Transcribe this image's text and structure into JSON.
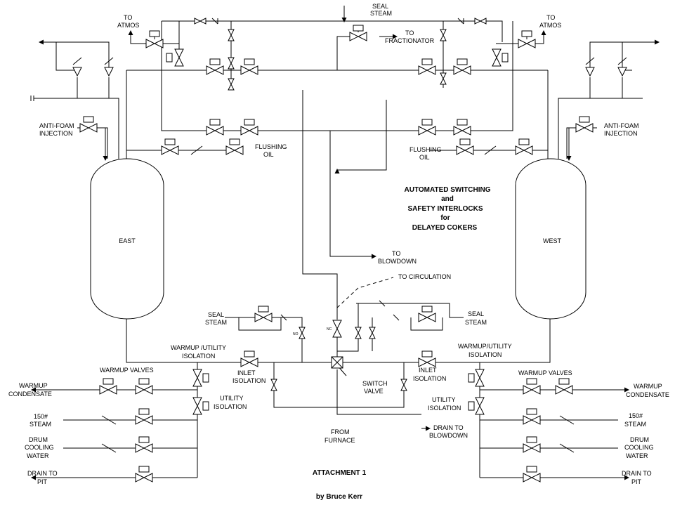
{
  "title": {
    "lines": [
      "AUTOMATED SWITCHING",
      "and",
      "SAFETY INTERLOCKS",
      "for",
      "DELAYED COKERS"
    ]
  },
  "attachment": "ATTACHMENT 1",
  "author": "by Bruce Kerr",
  "drums": {
    "east": "EAST",
    "west": "WEST"
  },
  "labels": {
    "seal_steam_top": [
      "SEAL",
      "STEAM"
    ],
    "to_atmos_left": [
      "TO",
      "ATMOS"
    ],
    "to_atmos_right": [
      "TO",
      "ATMOS"
    ],
    "to_fractionator": [
      "TO",
      "FRACTIONATOR"
    ],
    "anti_foam_left": [
      "ANTI-FOAM",
      "INJECTION"
    ],
    "anti_foam_right": [
      "ANTI-FOAM",
      "INJECTION"
    ],
    "flushing_oil_left": [
      "FLUSHING",
      "OIL"
    ],
    "flushing_oil_right": [
      "FLUSHING",
      "OIL"
    ],
    "to_blowdown": [
      "TO",
      "BLOWDOWN"
    ],
    "to_circulation": "TO CIRCULATION",
    "seal_steam_left": [
      "SEAL",
      "STEAM"
    ],
    "seal_steam_right": [
      "SEAL",
      "STEAM"
    ],
    "warmup_utility_left": [
      "WARMUP /UTILITY",
      "ISOLATION"
    ],
    "warmup_utility_right": [
      "WARMUP/UTILITY",
      "ISOLATION"
    ],
    "inlet_isolation_left": [
      "INLET",
      "ISOLATION"
    ],
    "inlet_isolation_right": [
      "INLET",
      "ISOLATION"
    ],
    "switch_valve": [
      "SWITCH",
      "VALVE"
    ],
    "from_furnace": [
      "FROM",
      "FURNACE"
    ],
    "drain_to_blowdown": [
      "DRAIN TO",
      "BLOWDOWN"
    ],
    "warmup_valves_left": "WARMUP VALVES",
    "warmup_valves_right": "WARMUP VALVES",
    "utility_isolation_left": [
      "UTILITY",
      "ISOLATION"
    ],
    "utility_isolation_right": [
      "UTILITY",
      "ISOLATION"
    ],
    "warmup_condensate_left": [
      "WARMUP",
      "CONDENSATE"
    ],
    "warmup_condensate_right": [
      "WARMUP",
      "CONDENSATE"
    ],
    "steam_150_left": [
      "150#",
      "STEAM"
    ],
    "steam_150_right": [
      "150#",
      "STEAM"
    ],
    "drum_cooling_left": [
      "DRUM",
      "COOLING",
      "WATER"
    ],
    "drum_cooling_right": [
      "DRUM",
      "COOLING",
      "WATER"
    ],
    "drain_to_pit_left": [
      "DRAIN TO",
      "PIT"
    ],
    "drain_to_pit_right": [
      "DRAIN TO",
      "PIT"
    ],
    "nc": "NC",
    "no": "NO"
  }
}
